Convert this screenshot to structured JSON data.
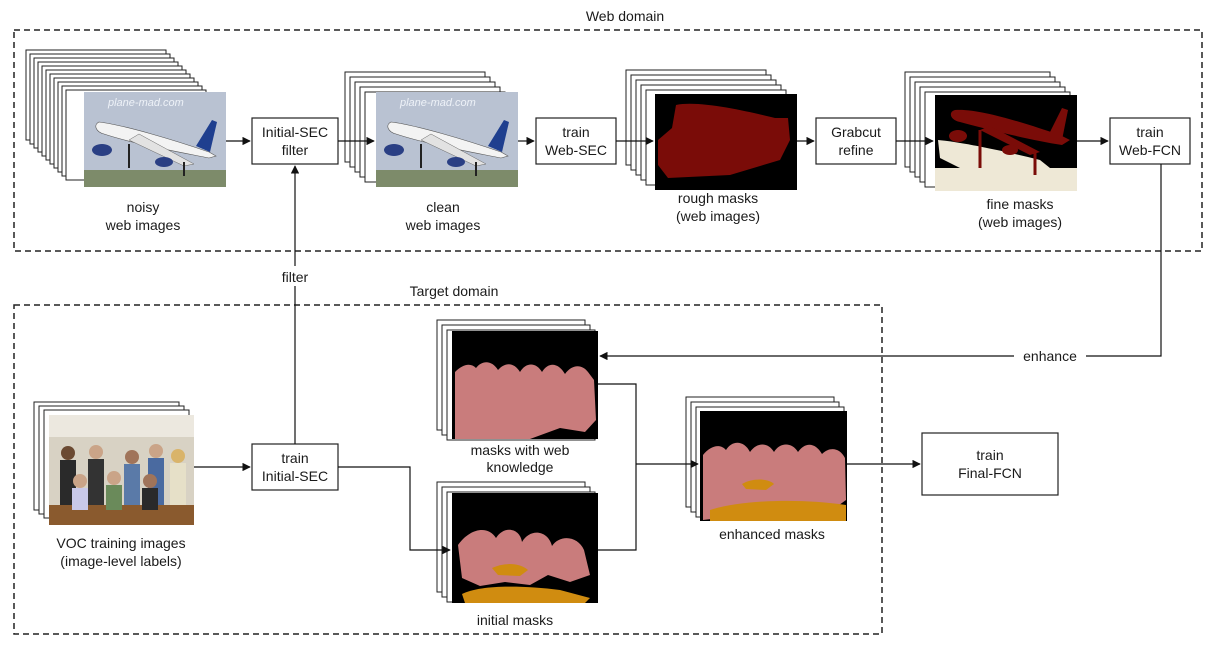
{
  "regions": {
    "web": {
      "label": "Web domain"
    },
    "target": {
      "label": "Target domain"
    }
  },
  "images": {
    "noisy": {
      "watermark": "plane-mad.com",
      "caption": [
        "noisy",
        "web images"
      ]
    },
    "clean": {
      "watermark": "plane-mad.com",
      "caption": [
        "clean",
        "web images"
      ]
    },
    "rough": {
      "caption": [
        "rough masks",
        "(web images)"
      ]
    },
    "fine": {
      "caption": [
        "fine masks",
        "(web images)"
      ]
    },
    "voc": {
      "caption": [
        "VOC training images",
        "(image-level labels)"
      ]
    },
    "webk": {
      "caption": [
        "masks with web",
        "knowledge"
      ]
    },
    "initial": {
      "caption": [
        "initial masks"
      ]
    },
    "enhanced": {
      "caption": [
        "enhanced masks"
      ]
    }
  },
  "boxes": {
    "initial_sec_filter": [
      "Initial-SEC",
      "filter"
    ],
    "train_web_sec": [
      "train",
      "Web-SEC"
    ],
    "grabcut": [
      "Grabcut",
      "refine"
    ],
    "train_web_fcn": [
      "train",
      "Web-FCN"
    ],
    "train_initial_sec": [
      "train",
      "Initial-SEC"
    ],
    "train_final_fcn": [
      "train",
      "Final-FCN"
    ]
  },
  "edge_labels": {
    "filter": "filter",
    "enhance": "enhance"
  },
  "colors": {
    "airplane_mask": "#7a0c08",
    "person_mask": "#c97c7c",
    "table_mask": "#d08c10",
    "background_mask": "#000000",
    "void_mask": "#eee8d6",
    "sky": "#b9c2d2"
  }
}
